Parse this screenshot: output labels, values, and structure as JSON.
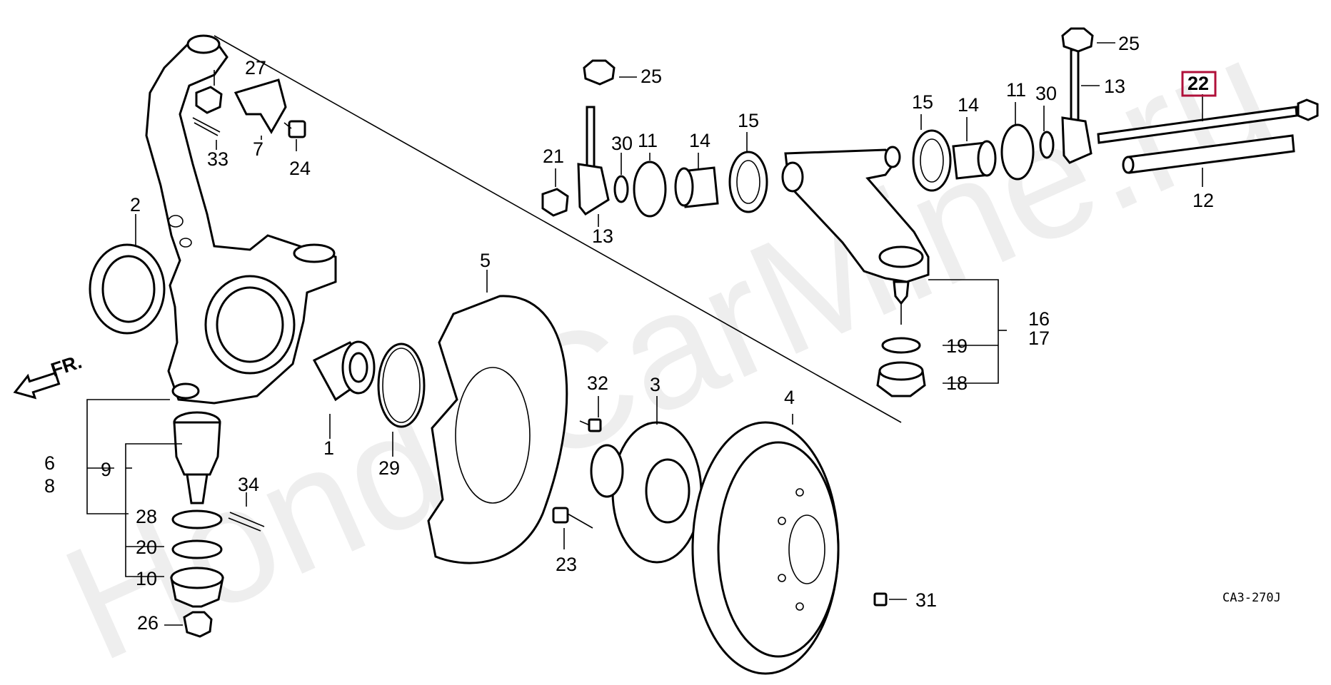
{
  "watermark": "HondaCarMine.ru",
  "diagram_code": "CA3-270J",
  "front_indicator": "FR.",
  "highlight_color": "#b0103a",
  "callouts": [
    {
      "id": "c1",
      "text": "1"
    },
    {
      "id": "c2",
      "text": "2"
    },
    {
      "id": "c3",
      "text": "3"
    },
    {
      "id": "c4",
      "text": "4"
    },
    {
      "id": "c5",
      "text": "5"
    },
    {
      "id": "c6",
      "text": "6"
    },
    {
      "id": "c7",
      "text": "7"
    },
    {
      "id": "c8",
      "text": "8"
    },
    {
      "id": "c9",
      "text": "9"
    },
    {
      "id": "c10",
      "text": "10"
    },
    {
      "id": "c11a",
      "text": "11"
    },
    {
      "id": "c11b",
      "text": "11"
    },
    {
      "id": "c12",
      "text": "12"
    },
    {
      "id": "c13a",
      "text": "13"
    },
    {
      "id": "c13b",
      "text": "13"
    },
    {
      "id": "c14a",
      "text": "14"
    },
    {
      "id": "c14b",
      "text": "14"
    },
    {
      "id": "c15a",
      "text": "15"
    },
    {
      "id": "c15b",
      "text": "15"
    },
    {
      "id": "c16",
      "text": "16"
    },
    {
      "id": "c17",
      "text": "17"
    },
    {
      "id": "c18",
      "text": "18"
    },
    {
      "id": "c19",
      "text": "19"
    },
    {
      "id": "c20",
      "text": "20"
    },
    {
      "id": "c21",
      "text": "21"
    },
    {
      "id": "c22",
      "text": "22"
    },
    {
      "id": "c23",
      "text": "23"
    },
    {
      "id": "c24",
      "text": "24"
    },
    {
      "id": "c25a",
      "text": "25"
    },
    {
      "id": "c25b",
      "text": "25"
    },
    {
      "id": "c26",
      "text": "26"
    },
    {
      "id": "c27",
      "text": "27"
    },
    {
      "id": "c28",
      "text": "28"
    },
    {
      "id": "c29",
      "text": "29"
    },
    {
      "id": "c30a",
      "text": "30"
    },
    {
      "id": "c30b",
      "text": "30"
    },
    {
      "id": "c31",
      "text": "31"
    },
    {
      "id": "c32",
      "text": "32"
    },
    {
      "id": "c33",
      "text": "33"
    },
    {
      "id": "c34",
      "text": "34"
    }
  ]
}
